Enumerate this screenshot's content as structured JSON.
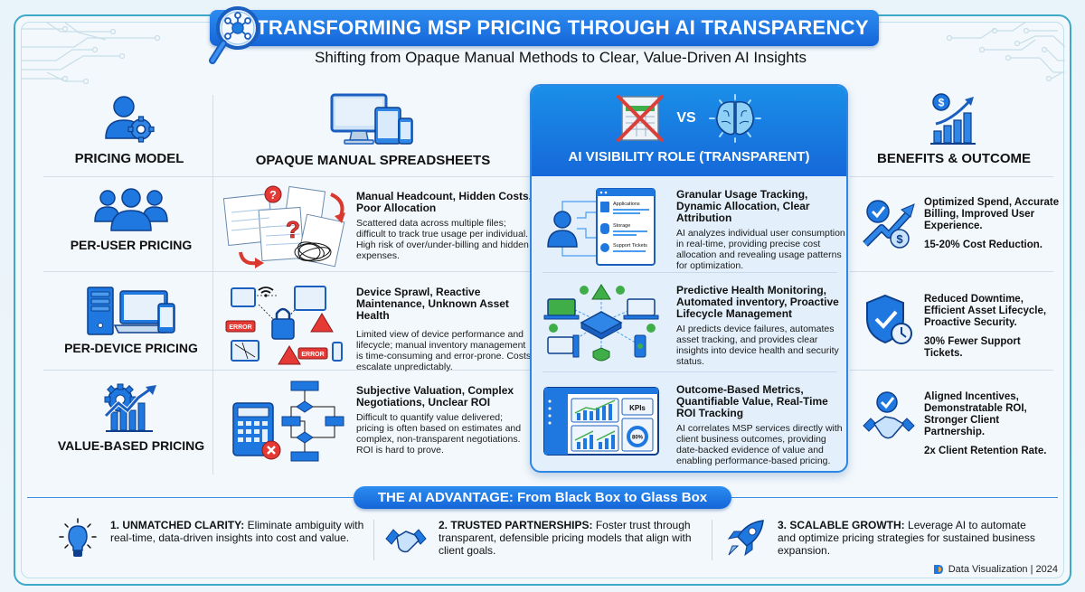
{
  "header": {
    "title": "TRANSFORMING MSP PRICING THROUGH AI TRANSPARENCY",
    "subtitle": "Shifting from Opaque Manual Methods to Clear, Value-Driven AI Insights",
    "title_icon": "magnifier-network-icon"
  },
  "columns": {
    "model": {
      "label": "PRICING MODEL",
      "icon": "user-gear-icon"
    },
    "manual": {
      "label": "OPAQUE MANUAL SPREADSHEETS",
      "icon": "devices-icon"
    },
    "ai": {
      "label": "AI VISIBILITY ROLE (TRANSPARENT)",
      "vs_label": "VS",
      "icon_left": "crossed-spreadsheet-icon",
      "icon_right": "brain-icon"
    },
    "benefits": {
      "label": "BENEFITS & OUTCOME",
      "icon": "growth-chart-dollar-icon"
    }
  },
  "rows": [
    {
      "model": "PER-USER PRICING",
      "model_icon": "users-group-icon",
      "manual_title": "Manual Headcount, Hidden Costs, Poor Allocation",
      "manual_desc": "Scattered data across multiple files; difficult to track true usage per individual. High risk of over/under-billing and hidden expenses.",
      "ai_title": "Granular Usage Tracking, Dynamic Allocation, Clear Attribution",
      "ai_desc": "AI analyzes individual user consumption in real-time, providing precise cost allocation and revealing usage patterns for optimization.",
      "ai_panel_items": [
        "Applications",
        "Storage",
        "Support Tickets"
      ],
      "benefit_title": "Optimized Spend, Accurate Billing, Improved User Experience.",
      "benefit_stat": "15-20% Cost Reduction."
    },
    {
      "model": "PER-DEVICE PRICING",
      "model_icon": "server-laptop-phone-icon",
      "manual_title": "Device Sprawl, Reactive Maintenance, Unknown Asset Health",
      "manual_desc": "Limited view of device performance and lifecycle; manual inventory management is time-consuming and error-prone. Costs escalate unpredictably.",
      "manual_error_label": "ERROR",
      "ai_title": "Predictive Health Monitoring, Automated inventory, Proactive Lifecycle Management",
      "ai_desc": "AI predicts device failures, automates asset tracking, and provides clear insights into device health and security status.",
      "benefit_title": "Reduced Downtime, Efficient Asset Lifecycle, Proactive Security.",
      "benefit_stat": "30% Fewer Support Tickets."
    },
    {
      "model": "VALUE-BASED PRICING",
      "model_icon": "gear-growth-icon",
      "manual_title": "Subjective Valuation, Complex Negotiations, Unclear ROI",
      "manual_desc": "Difficult to quantify value delivered; pricing is often based on estimates and complex, non-transparent negotiations. ROI is hard to prove.",
      "ai_title": "Outcome-Based Metrics, Quantifiable Value, Real-Time ROI Tracking",
      "ai_desc": "AI correlates MSP services directly with client business outcomes, providing date-backed evidence of value and enabling performance-based pricing.",
      "ai_dashboard": {
        "kpi_label": "KPIs",
        "gauge_value": "80%"
      },
      "benefit_title": "Aligned Incentives, Demonstratable ROI, Stronger Client Partnership.",
      "benefit_stat": "2x Client Retention Rate."
    }
  ],
  "advantage": {
    "banner": "THE AI ADVANTAGE: From Black Box to Glass Box",
    "items": [
      {
        "number": "1.",
        "heading": "UNMATCHED CLARITY:",
        "text": "Eliminate ambiguity with real-time, data-driven insights into cost and value.",
        "icon": "lightbulb-icon"
      },
      {
        "number": "2.",
        "heading": "TRUSTED PARTNERSHIPS:",
        "text": "Foster trust through transparent, defensible pricing models that align with client goals.",
        "icon": "handshake-icon"
      },
      {
        "number": "3.",
        "heading": "SCALABLE GROWTH:",
        "text": "Leverage AI to automate and optimize pricing strategies for sustained business expansion.",
        "icon": "rocket-icon"
      }
    ]
  },
  "footer": {
    "label": "Data Visualization | 2024",
    "icon": "brand-logo-icon"
  },
  "colors": {
    "primary": "#1a73e8",
    "accent_dark": "#0e4fa8",
    "frame": "#3da9c9",
    "warning": "#e53935",
    "success": "#2fb34a"
  }
}
